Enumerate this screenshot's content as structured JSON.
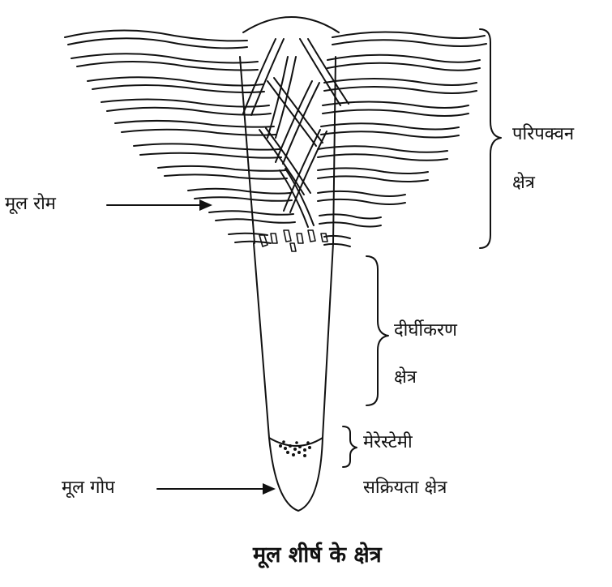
{
  "labels": {
    "root_hair": "मूल रोम",
    "root_cap": "मूल गोप",
    "maturation_zone_line1": "परिपक्वन",
    "maturation_zone_line2": "क्षेत्र",
    "elongation_zone_line1": "दीर्घीकरण",
    "elongation_zone_line2": "क्षेत्र",
    "meristematic_zone_line1": "मेरेस्टेमी",
    "meristematic_zone_line2": "सक्रियता क्षेत्र"
  },
  "caption": "मूल शीर्ष के क्षेत्र",
  "colors": {
    "ink": "#111111",
    "background": "#ffffff"
  }
}
